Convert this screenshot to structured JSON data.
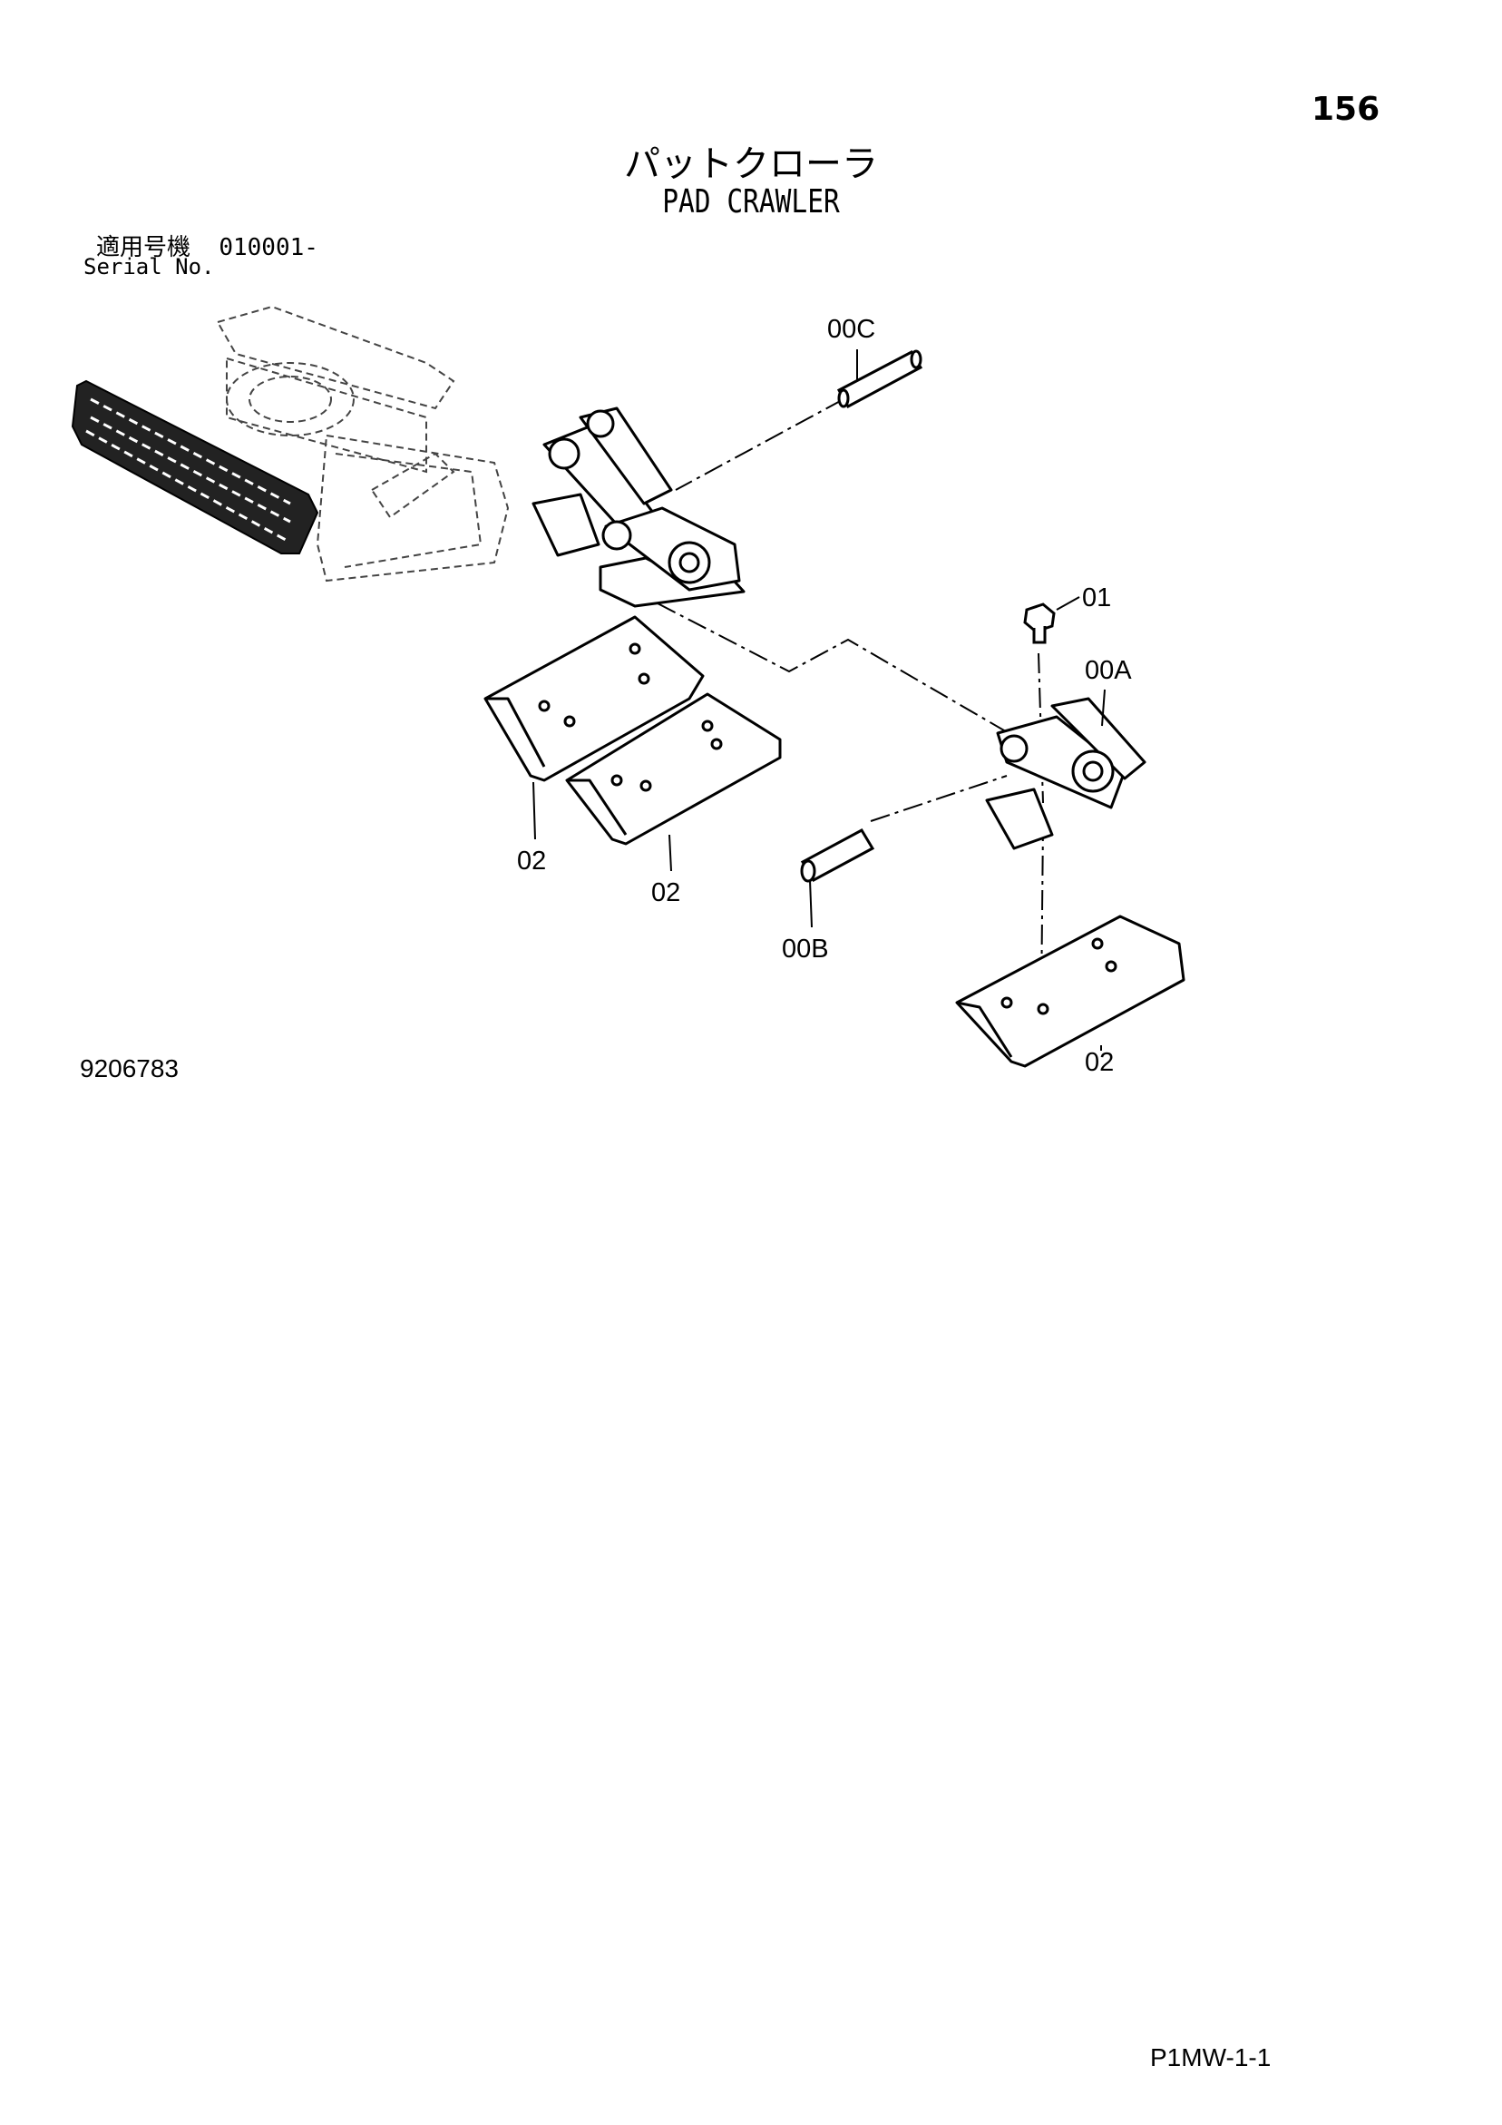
{
  "header": {
    "page_number": "156",
    "title_jp": "パットクローラ",
    "title_en": "PAD CRAWLER",
    "serial_label_jp": "適用号機",
    "serial_value": "010001-",
    "serial_label_en": "Serial No."
  },
  "callouts": {
    "c00C": "00C",
    "c01": "01",
    "c00A": "00A",
    "c02a": "02",
    "c02b": "02",
    "c00B": "00B",
    "c02c": "02"
  },
  "footer": {
    "figure_number": "9206783",
    "page_code": "P1MW-1-1"
  }
}
